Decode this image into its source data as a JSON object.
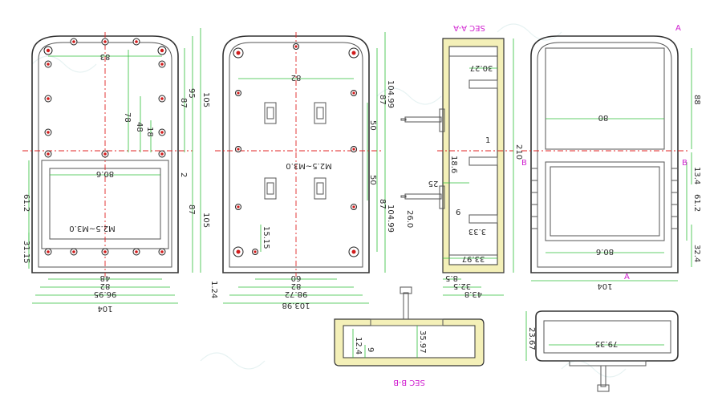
{
  "colors": {
    "dimension_line": "#2fbf3a",
    "center_line": "#e02424",
    "section_label": "#d020d0",
    "section_fill": "#f4f0b8",
    "outline": "#333333"
  },
  "sections": {
    "sec_a": "SEC A-A",
    "sec_b": "SEC B-B",
    "marker_a": "A",
    "marker_b": "B"
  },
  "view1": {
    "dims": {
      "w83": "83",
      "d105": "105",
      "d95": "95",
      "d87a": "87",
      "d78": "78",
      "d18": "18",
      "d48": "48",
      "d2": "2",
      "d87b": "87",
      "d105b": "105",
      "d80_6": "80.6",
      "d61_2": "61.2",
      "d31_15": "31.15",
      "screw": "M2.5~M3.0",
      "b48": "48",
      "b82": "82",
      "b96_95": "96.95",
      "b104": "104"
    }
  },
  "view2": {
    "dims": {
      "w82": "82",
      "d104_99a": "104.99",
      "d87a": "87",
      "d50a": "50",
      "d50b": "50",
      "d87b": "87",
      "d104_99b": "104.99",
      "screw": "M2.5~M3.0",
      "d15_15": "15.15",
      "b60": "60",
      "b82": "82",
      "b98_72": "98.72",
      "b103_98": "103.98",
      "d1_24": "1.24"
    }
  },
  "view3": {
    "dims": {
      "d30_27": "30.27",
      "d1": "1",
      "d18_6": "18.6",
      "d25": "25",
      "d6": "6",
      "d26_0": "26.0",
      "d33_97": "33.97",
      "d3_33": "3.33",
      "d8_5": "8.5",
      "d32_5": "32.5",
      "d43_8": "43.8",
      "d210": "210"
    }
  },
  "view4": {
    "dims": {
      "d88": "88",
      "d80": "80",
      "d13_4": "13.4",
      "d61_2": "61.2",
      "d32_4": "32.4",
      "d80_6": "80.6",
      "b104": "104"
    }
  },
  "view5": {
    "dims": {
      "d12_4": "12.4",
      "d9": "9",
      "d35_97": "35.97"
    }
  },
  "view6": {
    "dims": {
      "d23_67": "23.67",
      "d79_35": "79.35"
    }
  }
}
